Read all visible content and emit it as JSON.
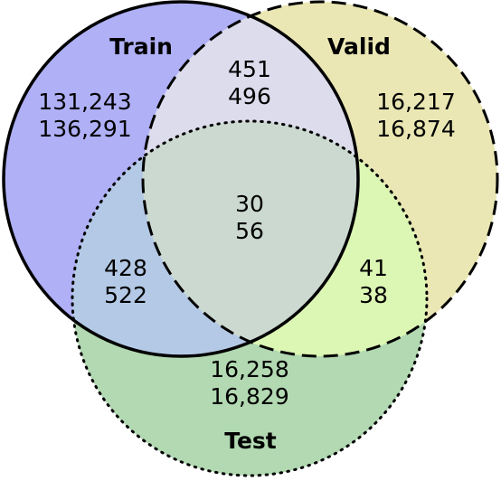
{
  "sets": {
    "train": {
      "label": "Train",
      "fill": "#b0b0f7",
      "border": "solid"
    },
    "valid": {
      "label": "Valid",
      "fill": "#eae7b4",
      "border": "dashed"
    },
    "test": {
      "label": "Test",
      "fill": "#b2d9b2",
      "border": "dotted"
    }
  },
  "regions": {
    "train_only": [
      "131,243",
      "136,291"
    ],
    "valid_only": [
      "16,217",
      "16,874"
    ],
    "test_only": [
      "16,258",
      "16,829"
    ],
    "train_valid": [
      "451",
      "496"
    ],
    "train_test": [
      "428",
      "522"
    ],
    "valid_test": [
      "41",
      "38"
    ],
    "all_three": [
      "30",
      "56"
    ]
  },
  "colors": {
    "train_valid": "#dcdcec",
    "train_test": "#b4c9e6",
    "valid_test": "#dcf6b4",
    "all_three": "#cbd9d1",
    "outline": "#000000"
  }
}
